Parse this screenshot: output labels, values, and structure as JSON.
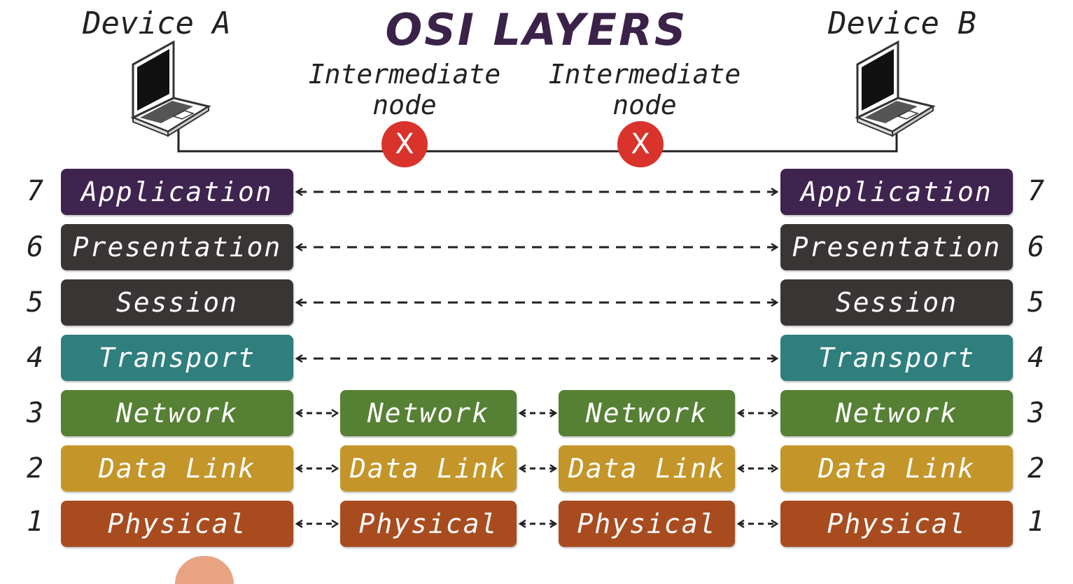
{
  "title": "OSI LAYERS",
  "devices": [
    {
      "label": "Device A"
    },
    {
      "label": "Device B"
    }
  ],
  "intermediate_nodes": [
    {
      "line1": "Intermediate",
      "line2": "node",
      "marker": "X"
    },
    {
      "line1": "Intermediate",
      "line2": "node",
      "marker": "X"
    }
  ],
  "colors": {
    "application": "#3f2450",
    "presentation": "#3a3535",
    "session": "#3a3535",
    "transport": "#2f7f7e",
    "network": "#568034",
    "datalink": "#c4962a",
    "physical": "#a84c20",
    "marker": "#d9332c"
  },
  "layers": [
    {
      "num": "7",
      "name": "Application"
    },
    {
      "num": "6",
      "name": "Presentation"
    },
    {
      "num": "5",
      "name": "Session"
    },
    {
      "num": "4",
      "name": "Transport"
    },
    {
      "num": "3",
      "name": "Network"
    },
    {
      "num": "2",
      "name": "Data Link"
    },
    {
      "num": "1",
      "name": "Physical"
    }
  ],
  "icons": {
    "device": "laptop-icon",
    "connection": "dashed-double-arrow",
    "node": "x-circle-icon"
  }
}
